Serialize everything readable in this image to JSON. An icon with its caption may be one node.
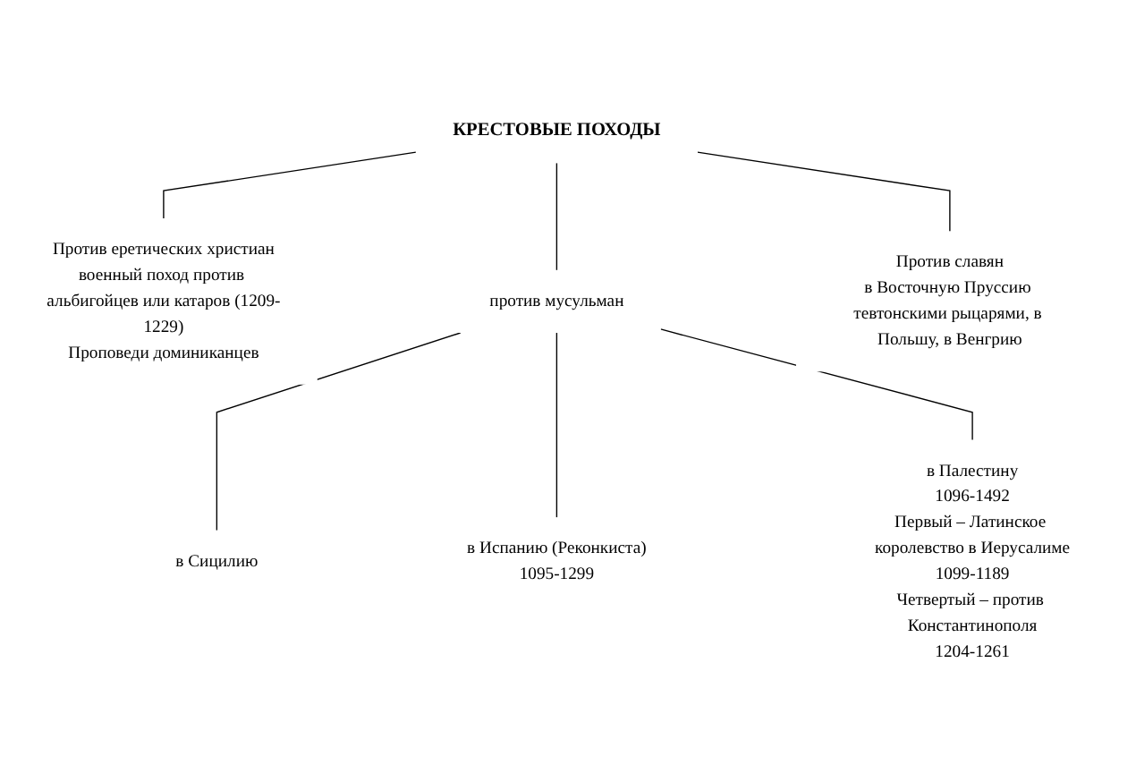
{
  "diagram": {
    "nodes": [
      {
        "text": [
          "КРЕСТОВЫЕ ПОХОДЫ"
        ]
      },
      {
        "text": [
          "Против еретических христиан",
          "военный поход против альбигойцев или катаров (1209-1229)",
          "Проповеди доминиканцев"
        ]
      },
      {
        "text": [
          "против мусульман"
        ]
      },
      {
        "text": [
          "Против славян",
          "в Восточную Пруссию тевтонскими рыцарями, в Польшу, в Венгрию"
        ]
      },
      {
        "text": [
          "в Сицилию"
        ]
      },
      {
        "text": [
          "в Испанию (Реконкиста)",
          "1095-1299"
        ]
      },
      {
        "text": [
          "в Палестину",
          "1096-1492",
          "Первый – Латинское королевство в Иерусалиме",
          "1099-1189",
          "Четвертый – против Константинополя",
          "1204-1261"
        ]
      }
    ],
    "edges": [
      {
        "from": 0,
        "to": 1,
        "arrow": "none"
      },
      {
        "from": 0,
        "to": 2,
        "arrow": "none"
      },
      {
        "from": 0,
        "to": 3,
        "arrow": "none"
      },
      {
        "from": 2,
        "to": 4,
        "arrow": "none"
      },
      {
        "from": 2,
        "to": 5,
        "arrow": "none"
      },
      {
        "from": 2,
        "to": 6,
        "arrow": "none"
      }
    ]
  }
}
